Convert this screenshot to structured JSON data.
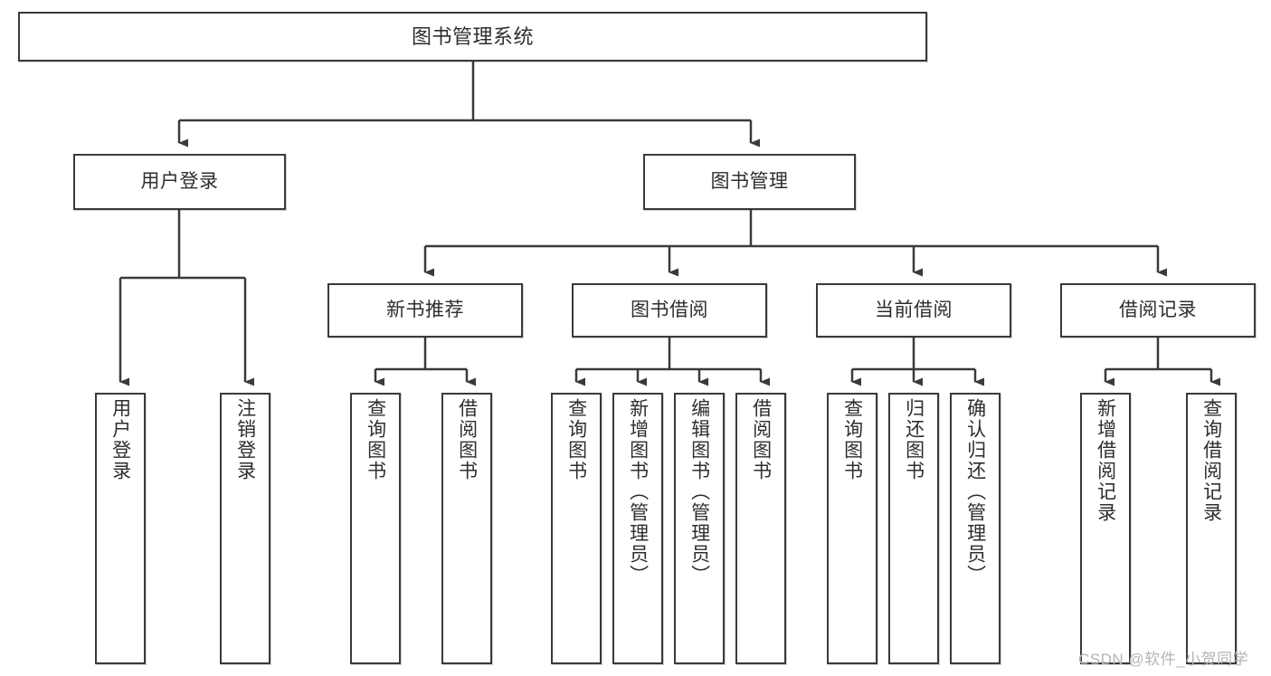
{
  "diagram": {
    "type": "tree-hierarchy-chart",
    "title": "图书管理系统",
    "levels": 4,
    "colors": {
      "box_border": "#3a3a3a",
      "box_fill": "#ffffff",
      "connector": "#3a3a3a",
      "text": "#2e2e2e",
      "watermark": "#b4b4b4",
      "background": "#ffffff"
    },
    "nodes": {
      "root": {
        "label": "图书管理系统",
        "orientation": "horizontal"
      },
      "level2": [
        {
          "id": "user-login",
          "label": "用户登录",
          "orientation": "horizontal"
        },
        {
          "id": "book-management",
          "label": "图书管理",
          "orientation": "horizontal"
        }
      ],
      "level3": [
        {
          "id": "new-book-recommend",
          "label": "新书推荐",
          "orientation": "horizontal"
        },
        {
          "id": "book-borrow",
          "label": "图书借阅",
          "orientation": "horizontal"
        },
        {
          "id": "current-borrow",
          "label": "当前借阅",
          "orientation": "horizontal"
        },
        {
          "id": "borrow-record",
          "label": "借阅记录",
          "orientation": "horizontal"
        }
      ],
      "leaves": [
        {
          "id": "leaf-user-login",
          "label": "用户登录",
          "orientation": "vertical",
          "parent": "user-login"
        },
        {
          "id": "leaf-user-logout",
          "label": "注销登录",
          "orientation": "vertical",
          "parent": "user-login"
        },
        {
          "id": "leaf-query-book-1",
          "label": "查询图书",
          "orientation": "vertical",
          "parent": "new-book-recommend"
        },
        {
          "id": "leaf-borrow-book-1",
          "label": "借阅图书",
          "orientation": "vertical",
          "parent": "new-book-recommend"
        },
        {
          "id": "leaf-query-book-2",
          "label": "查询图书",
          "orientation": "vertical",
          "parent": "book-borrow"
        },
        {
          "id": "leaf-add-book",
          "label": "新增图书（管理员）",
          "orientation": "vertical",
          "parent": "book-borrow"
        },
        {
          "id": "leaf-edit-book",
          "label": "编辑图书（管理员）",
          "orientation": "vertical",
          "parent": "book-borrow"
        },
        {
          "id": "leaf-borrow-book-2",
          "label": "借阅图书",
          "orientation": "vertical",
          "parent": "book-borrow"
        },
        {
          "id": "leaf-query-book-3",
          "label": "查询图书",
          "orientation": "vertical",
          "parent": "current-borrow"
        },
        {
          "id": "leaf-return-book",
          "label": "归还图书",
          "orientation": "vertical",
          "parent": "current-borrow"
        },
        {
          "id": "leaf-confirm-return",
          "label": "确认归还（管理员）",
          "orientation": "vertical",
          "parent": "current-borrow"
        },
        {
          "id": "leaf-add-record",
          "label": "新增借阅记录",
          "orientation": "vertical",
          "parent": "borrow-record"
        },
        {
          "id": "leaf-query-record",
          "label": "查询借阅记录",
          "orientation": "vertical",
          "parent": "borrow-record"
        }
      ]
    },
    "watermark": "CSDN @软件_小贺同学"
  }
}
